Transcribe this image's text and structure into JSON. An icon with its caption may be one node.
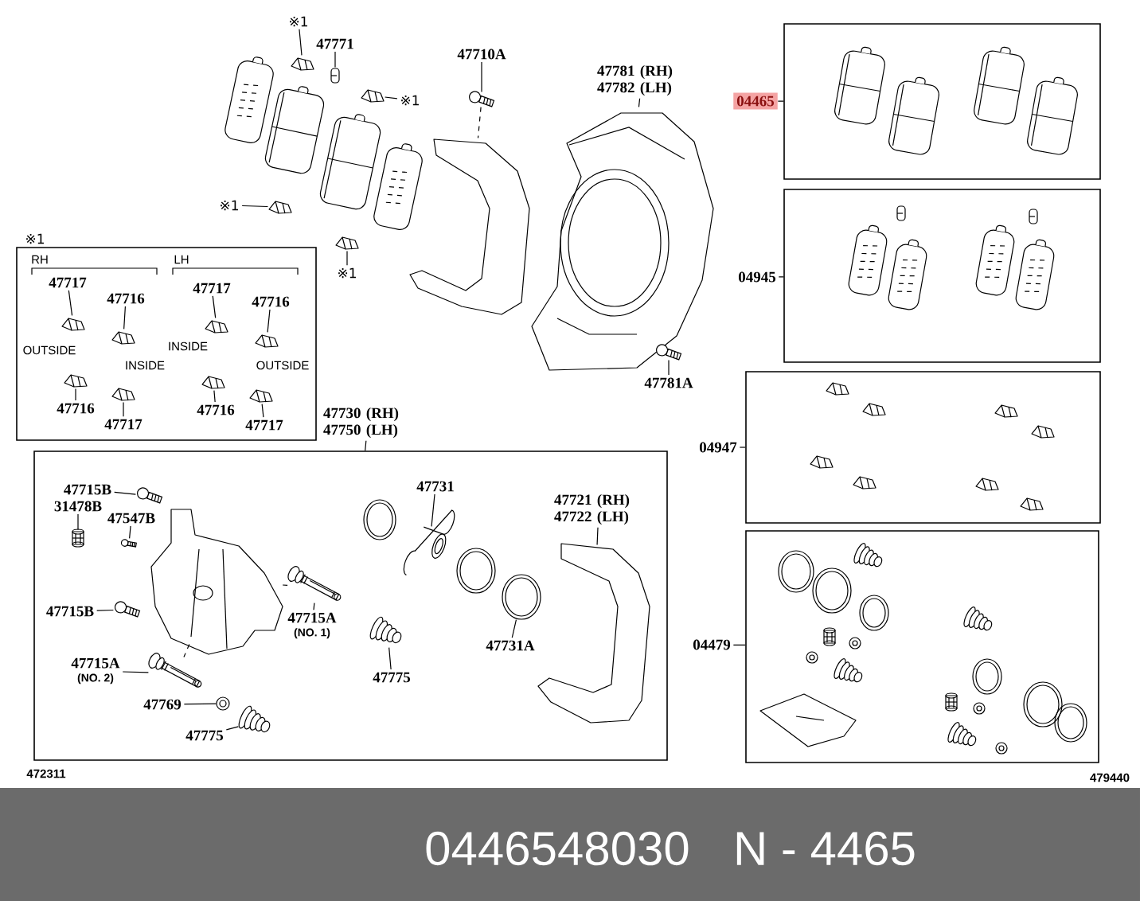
{
  "diagram": {
    "nodes": [
      {
        "text": [
          "※1"
        ]
      },
      {
        "text": [],
        "shape": "picture"
      },
      {
        "text": [
          "47771"
        ]
      },
      {
        "text": [],
        "shape": "picture"
      },
      {
        "text": [],
        "shape": "picture"
      },
      {
        "text": [
          "※1"
        ]
      },
      {
        "text": [
          "※1"
        ]
      },
      {
        "text": [],
        "shape": "picture"
      },
      {
        "text": [],
        "shape": "picture"
      },
      {
        "text": [
          "※1"
        ]
      },
      {
        "text": [
          "47710A"
        ]
      },
      {
        "text": [],
        "shape": "picture"
      },
      {
        "text": [
          "47781 (RH) 47782 (LH)"
        ]
      },
      {
        "text": [],
        "shape": "picture"
      },
      {
        "text": [],
        "shape": "picture"
      },
      {
        "text": [
          "47781A"
        ]
      },
      {
        "text": [
          "04465"
        ]
      },
      {
        "text": [],
        "shape": "box"
      },
      {
        "text": [
          "04945"
        ]
      },
      {
        "text": [],
        "shape": "box"
      },
      {
        "text": [
          "04947"
        ]
      },
      {
        "text": [],
        "shape": "box"
      },
      {
        "text": [
          "04479"
        ]
      },
      {
        "text": [],
        "shape": "box"
      },
      {
        "text": [
          "※1"
        ]
      },
      {
        "text": [
          "47717"
        ],
        "in": 24
      },
      {
        "text": [],
        "shape": "picture",
        "in": 24
      },
      {
        "text": [
          "47716"
        ],
        "in": 24
      },
      {
        "text": [],
        "shape": "picture",
        "in": 24
      },
      {
        "text": [
          "47717"
        ],
        "in": 24
      },
      {
        "text": [],
        "shape": "picture",
        "in": 24
      },
      {
        "text": [
          "47716"
        ],
        "in": 24
      },
      {
        "text": [],
        "shape": "picture",
        "in": 24
      },
      {
        "text": [],
        "shape": "picture",
        "in": 24
      },
      {
        "text": [
          "47716"
        ],
        "in": 24
      },
      {
        "text": [],
        "shape": "picture",
        "in": 24
      },
      {
        "text": [
          "47717"
        ],
        "in": 24
      },
      {
        "text": [],
        "shape": "picture",
        "in": 24
      },
      {
        "text": [
          "47716"
        ],
        "in": 24
      },
      {
        "text": [],
        "shape": "picture",
        "in": 24
      },
      {
        "text": [
          "47717"
        ],
        "in": 24
      },
      {
        "text": [
          "47730 (RH) 47750 (LH)"
        ]
      },
      {
        "text": [],
        "shape": "box"
      },
      {
        "text": [
          "47715B"
        ],
        "in": 42
      },
      {
        "text": [],
        "shape": "picture",
        "in": 42
      },
      {
        "text": [
          "31478B"
        ],
        "in": 42
      },
      {
        "text": [],
        "shape": "picture",
        "in": 42
      },
      {
        "text": [
          "47547B"
        ],
        "in": 42
      },
      {
        "text": [],
        "shape": "picture",
        "in": 42
      },
      {
        "text": [
          "47715B"
        ],
        "in": 42
      },
      {
        "text": [],
        "shape": "picture",
        "in": 42
      },
      {
        "text": [
          "47715A",
          "(NO. 1)"
        ],
        "in": 42
      },
      {
        "text": [],
        "shape": "picture",
        "in": 42
      },
      {
        "text": [
          "47715A",
          "(NO. 2)"
        ],
        "in": 42
      },
      {
        "text": [],
        "shape": "picture",
        "in": 42
      },
      {
        "text": [
          "47769"
        ],
        "in": 42
      },
      {
        "text": [],
        "shape": "picture",
        "in": 42
      },
      {
        "text": [
          "47775"
        ],
        "in": 42
      },
      {
        "text": [],
        "shape": "picture",
        "in": 42
      },
      {
        "text": [
          "47731"
        ],
        "in": 42
      },
      {
        "text": [],
        "shape": "picture",
        "in": 42
      },
      {
        "text": [
          "47775"
        ],
        "in": 42
      },
      {
        "text": [],
        "shape": "picture",
        "in": 42
      },
      {
        "text": [
          "47731A"
        ],
        "in": 42
      },
      {
        "text": [],
        "shape": "picture",
        "in": 42
      },
      {
        "text": [
          "47721 (RH) 47722 (LH)"
        ],
        "in": 42
      },
      {
        "text": [],
        "shape": "picture",
        "in": 42
      },
      {
        "text": [],
        "shape": "picture"
      },
      {
        "text": [],
        "shape": "picture",
        "in": 42
      }
    ],
    "edges": [
      {
        "from": 0,
        "to": 1,
        "arrow": "none"
      },
      {
        "from": 2,
        "to": 3,
        "arrow": "none"
      },
      {
        "from": 5,
        "to": 4,
        "arrow": "none"
      },
      {
        "from": 6,
        "to": 7,
        "arrow": "none"
      },
      {
        "from": 9,
        "to": 8,
        "arrow": "none"
      },
      {
        "from": 10,
        "to": 11,
        "arrow": "none"
      },
      {
        "from": 12,
        "to": 13,
        "arrow": "none"
      },
      {
        "from": 15,
        "to": 14,
        "arrow": "none"
      },
      {
        "from": 16,
        "to": 17,
        "arrow": "none"
      },
      {
        "from": 18,
        "to": 19,
        "arrow": "none"
      },
      {
        "from": 20,
        "to": 21,
        "arrow": "none"
      },
      {
        "from": 22,
        "to": 23,
        "arrow": "none"
      },
      {
        "from": 25,
        "to": 26,
        "arrow": "none"
      },
      {
        "from": 27,
        "to": 28,
        "arrow": "none"
      },
      {
        "from": 29,
        "to": 30,
        "arrow": "none"
      },
      {
        "from": 31,
        "to": 32,
        "arrow": "none"
      },
      {
        "from": 34,
        "to": 33,
        "arrow": "none"
      },
      {
        "from": 36,
        "to": 35,
        "arrow": "none"
      },
      {
        "from": 38,
        "to": 37,
        "arrow": "none"
      },
      {
        "from": 40,
        "to": 39,
        "arrow": "none"
      },
      {
        "from": 41,
        "to": 42,
        "arrow": "none"
      },
      {
        "from": 43,
        "to": 44,
        "arrow": "none"
      },
      {
        "from": 45,
        "to": 46,
        "arrow": "none"
      },
      {
        "from": 47,
        "to": 48,
        "arrow": "none"
      },
      {
        "from": 49,
        "to": 50,
        "arrow": "none"
      },
      {
        "from": 51,
        "to": 52,
        "arrow": "none"
      },
      {
        "from": 53,
        "to": 54,
        "arrow": "none"
      },
      {
        "from": 55,
        "to": 56,
        "arrow": "none"
      },
      {
        "from": 57,
        "to": 58,
        "arrow": "none"
      },
      {
        "from": 59,
        "to": 60,
        "arrow": "none"
      },
      {
        "from": 61,
        "to": 62,
        "arrow": "none"
      },
      {
        "from": 63,
        "to": 64,
        "arrow": "none"
      },
      {
        "from": 65,
        "to": 66,
        "arrow": "none"
      },
      {
        "from": 11,
        "to": 67,
        "arrow": "none",
        "style": "dashed"
      },
      {
        "from": 68,
        "to": 52,
        "arrow": "none",
        "style": "dashed"
      },
      {
        "from": 68,
        "to": 54,
        "arrow": "none",
        "style": "dashed"
      }
    ],
    "labels": [
      "RH",
      "LH",
      "OUTSIDE",
      "INSIDE",
      "INSIDE",
      "OUTSIDE",
      "472311",
      "479440",
      "0446548030",
      "N - 4465"
    ]
  }
}
